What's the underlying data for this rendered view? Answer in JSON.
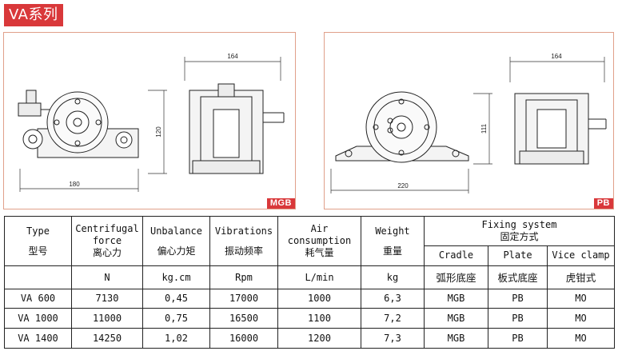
{
  "header": {
    "title": "VA系列"
  },
  "drawings": {
    "left": {
      "badge": "MGB",
      "dim_height": "120",
      "dim_width_front": "180",
      "dim_width_side": "164"
    },
    "right": {
      "badge": "PB",
      "dim_height": "111",
      "dim_width_front": "220",
      "dim_width_side": "164"
    }
  },
  "table": {
    "headers": {
      "type_en": "Type",
      "type_cn": "型号",
      "force_en_1": "Centrifugal",
      "force_en_2": "force",
      "force_cn": "离心力",
      "unbalance_en": "Unbalance",
      "unbalance_cn": "偏心力矩",
      "vibrations_en": "Vibrations",
      "vibrations_cn": "振动频率",
      "air_en_1": "Air",
      "air_en_2": "consumption",
      "air_cn": "耗气量",
      "weight_en": "Weight",
      "weight_cn": "重量",
      "fixing_en": "Fixing system",
      "fixing_cn": "固定方式",
      "cradle_en": "Cradle",
      "plate_en": "Plate",
      "vice_en": "Vice clamp"
    },
    "units": {
      "force": "N",
      "unbalance": "kg.cm",
      "vibrations": "Rpm",
      "air": "L/min",
      "weight": "kg",
      "cradle_cn": "弧形底座",
      "plate_cn": "板式底座",
      "vice_cn": "虎钳式"
    },
    "rows": [
      {
        "type": "VA 600",
        "force": "7130",
        "unbalance": "0,45",
        "vibrations": "17000",
        "air": "1000",
        "weight": "6,3",
        "cradle": "MGB",
        "plate": "PB",
        "vice": "MO"
      },
      {
        "type": "VA 1000",
        "force": "11000",
        "unbalance": "0,75",
        "vibrations": "16500",
        "air": "1100",
        "weight": "7,2",
        "cradle": "MGB",
        "plate": "PB",
        "vice": "MO"
      },
      {
        "type": "VA 1400",
        "force": "14250",
        "unbalance": "1,02",
        "vibrations": "16000",
        "air": "1200",
        "weight": "7,3",
        "cradle": "MGB",
        "plate": "PB",
        "vice": "MO"
      }
    ]
  }
}
